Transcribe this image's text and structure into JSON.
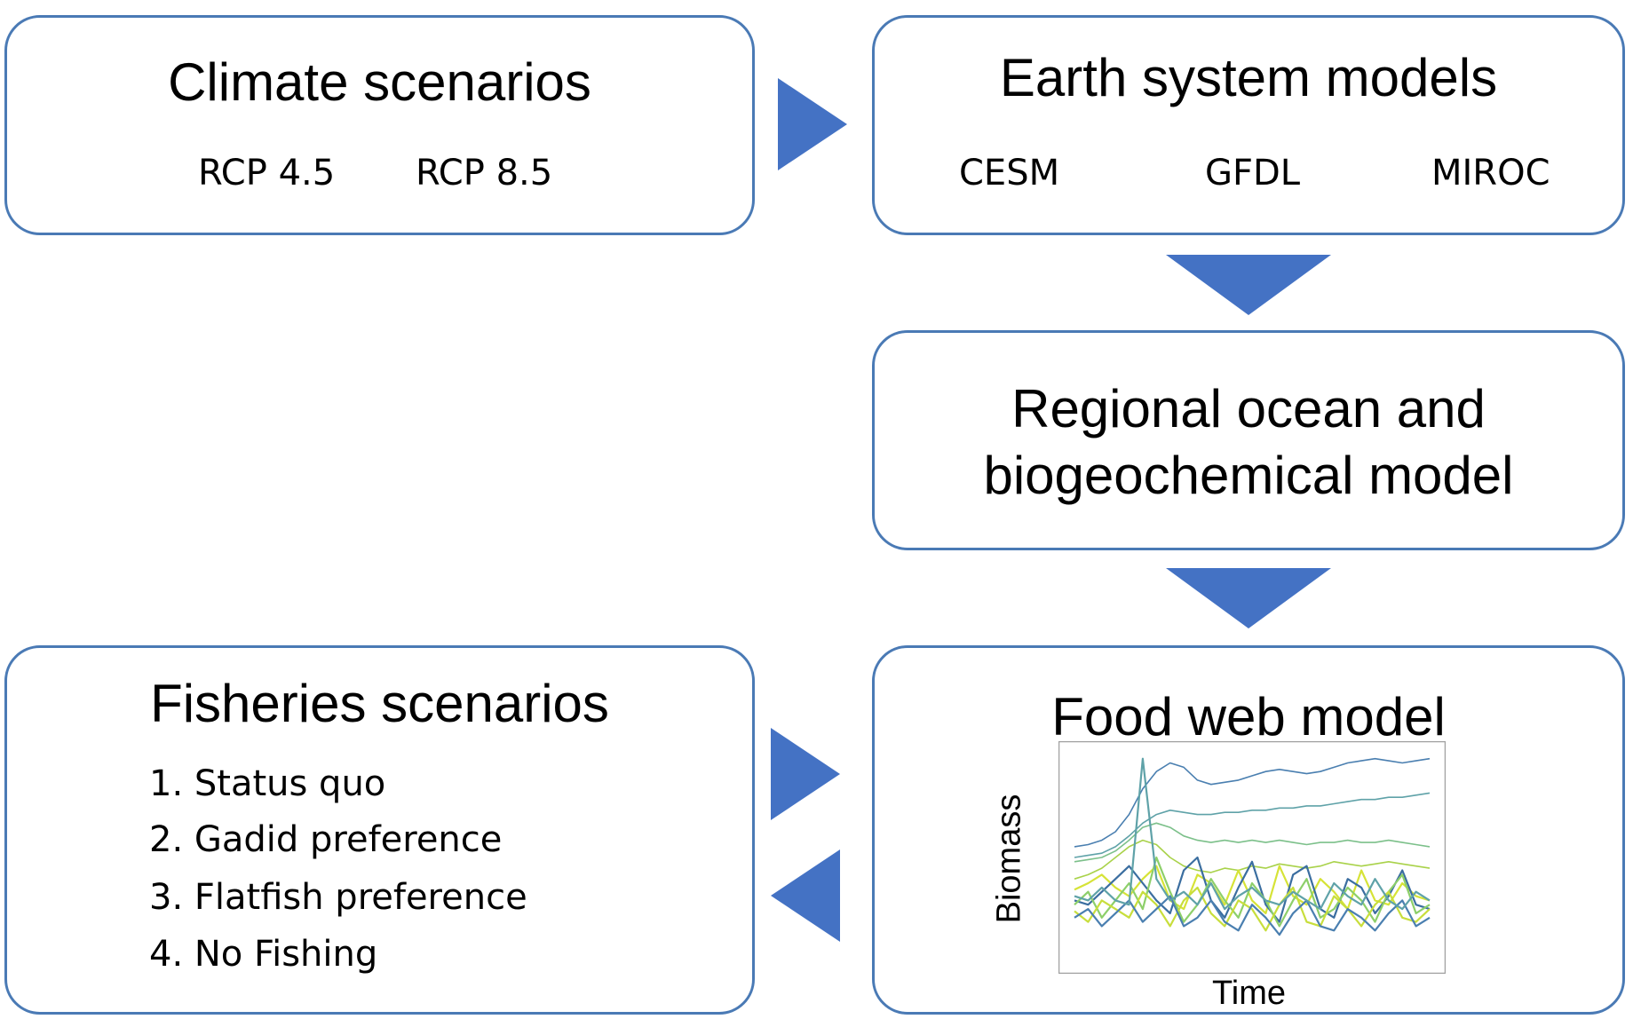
{
  "climate": {
    "title": "Climate scenarios",
    "items": [
      "RCP 4.5",
      "RCP 8.5"
    ]
  },
  "esm": {
    "title": "Earth system models",
    "items": [
      "CESM",
      "GFDL",
      "MIROC"
    ]
  },
  "regional": {
    "title_line1": "Regional ocean and",
    "title_line2": "biogeochemical model"
  },
  "fisheries": {
    "title": "Fisheries scenarios",
    "items": [
      "1. Status quo",
      "2. Gadid preference",
      "3. Flatfish preference",
      "4. No Fishing"
    ]
  },
  "foodweb": {
    "title": "Food web model"
  },
  "colors": {
    "border": "#4a7ab5",
    "arrow": "#4472c4",
    "series": [
      "#4a7fb0",
      "#5fa2a8",
      "#7cc08a",
      "#a9d24a",
      "#d6e337",
      "#3b6ea0",
      "#8dcf6a",
      "#c8de3c"
    ]
  },
  "chart_data": {
    "type": "line",
    "xlabel": "Time",
    "ylabel": "Biomass",
    "grid": false,
    "legend": "none",
    "xlim": [
      0,
      100
    ],
    "ylim": [
      0,
      100
    ],
    "series": [
      {
        "values": [
          55,
          56,
          58,
          62,
          70,
          82,
          90,
          94,
          92,
          86,
          84,
          85,
          86,
          88,
          90,
          91,
          90,
          89,
          90,
          92,
          94,
          95,
          96,
          95,
          94,
          95,
          96
        ]
      },
      {
        "values": [
          50,
          51,
          52,
          55,
          60,
          66,
          70,
          72,
          71,
          70,
          70,
          71,
          71,
          72,
          72,
          73,
          73,
          74,
          74,
          75,
          76,
          77,
          77,
          78,
          78,
          79,
          80
        ]
      },
      {
        "values": [
          48,
          49,
          50,
          53,
          58,
          64,
          66,
          64,
          60,
          58,
          57,
          58,
          57,
          58,
          57,
          58,
          57,
          56,
          57,
          57,
          58,
          57,
          57,
          58,
          57,
          56,
          55
        ]
      },
      {
        "values": [
          40,
          42,
          45,
          50,
          55,
          58,
          56,
          50,
          46,
          44,
          43,
          45,
          44,
          46,
          45,
          47,
          46,
          45,
          46,
          48,
          47,
          46,
          47,
          48,
          47,
          46,
          45
        ]
      },
      {
        "values": [
          35,
          38,
          42,
          36,
          32,
          40,
          46,
          30,
          26,
          42,
          38,
          28,
          44,
          30,
          24,
          46,
          32,
          28,
          40,
          34,
          26,
          44,
          30,
          28,
          38,
          32,
          30
        ]
      },
      {
        "values": [
          30,
          28,
          34,
          40,
          46,
          38,
          30,
          24,
          44,
          50,
          30,
          22,
          36,
          48,
          28,
          20,
          42,
          46,
          26,
          22,
          40,
          36,
          24,
          32,
          44,
          28,
          26
        ]
      },
      {
        "values": [
          28,
          34,
          22,
          30,
          38,
          26,
          50,
          34,
          20,
          28,
          40,
          30,
          22,
          38,
          30,
          18,
          30,
          40,
          22,
          26,
          36,
          30,
          20,
          34,
          42,
          24,
          28
        ]
      },
      {
        "values": [
          25,
          20,
          30,
          26,
          22,
          34,
          28,
          18,
          30,
          36,
          24,
          18,
          30,
          26,
          16,
          28,
          36,
          20,
          18,
          32,
          26,
          18,
          28,
          34,
          22,
          20,
          26
        ]
      },
      {
        "values": [
          22,
          26,
          18,
          24,
          30,
          20,
          26,
          32,
          18,
          22,
          30,
          20,
          16,
          28,
          22,
          14,
          24,
          30,
          18,
          16,
          26,
          22,
          16,
          24,
          30,
          18,
          22
        ]
      },
      {
        "values": [
          32,
          30,
          36,
          30,
          28,
          96,
          40,
          30,
          34,
          28,
          38,
          26,
          32,
          36,
          30,
          28,
          34,
          30,
          26,
          38,
          32,
          28,
          40,
          30,
          26,
          34,
          30
        ]
      }
    ]
  }
}
